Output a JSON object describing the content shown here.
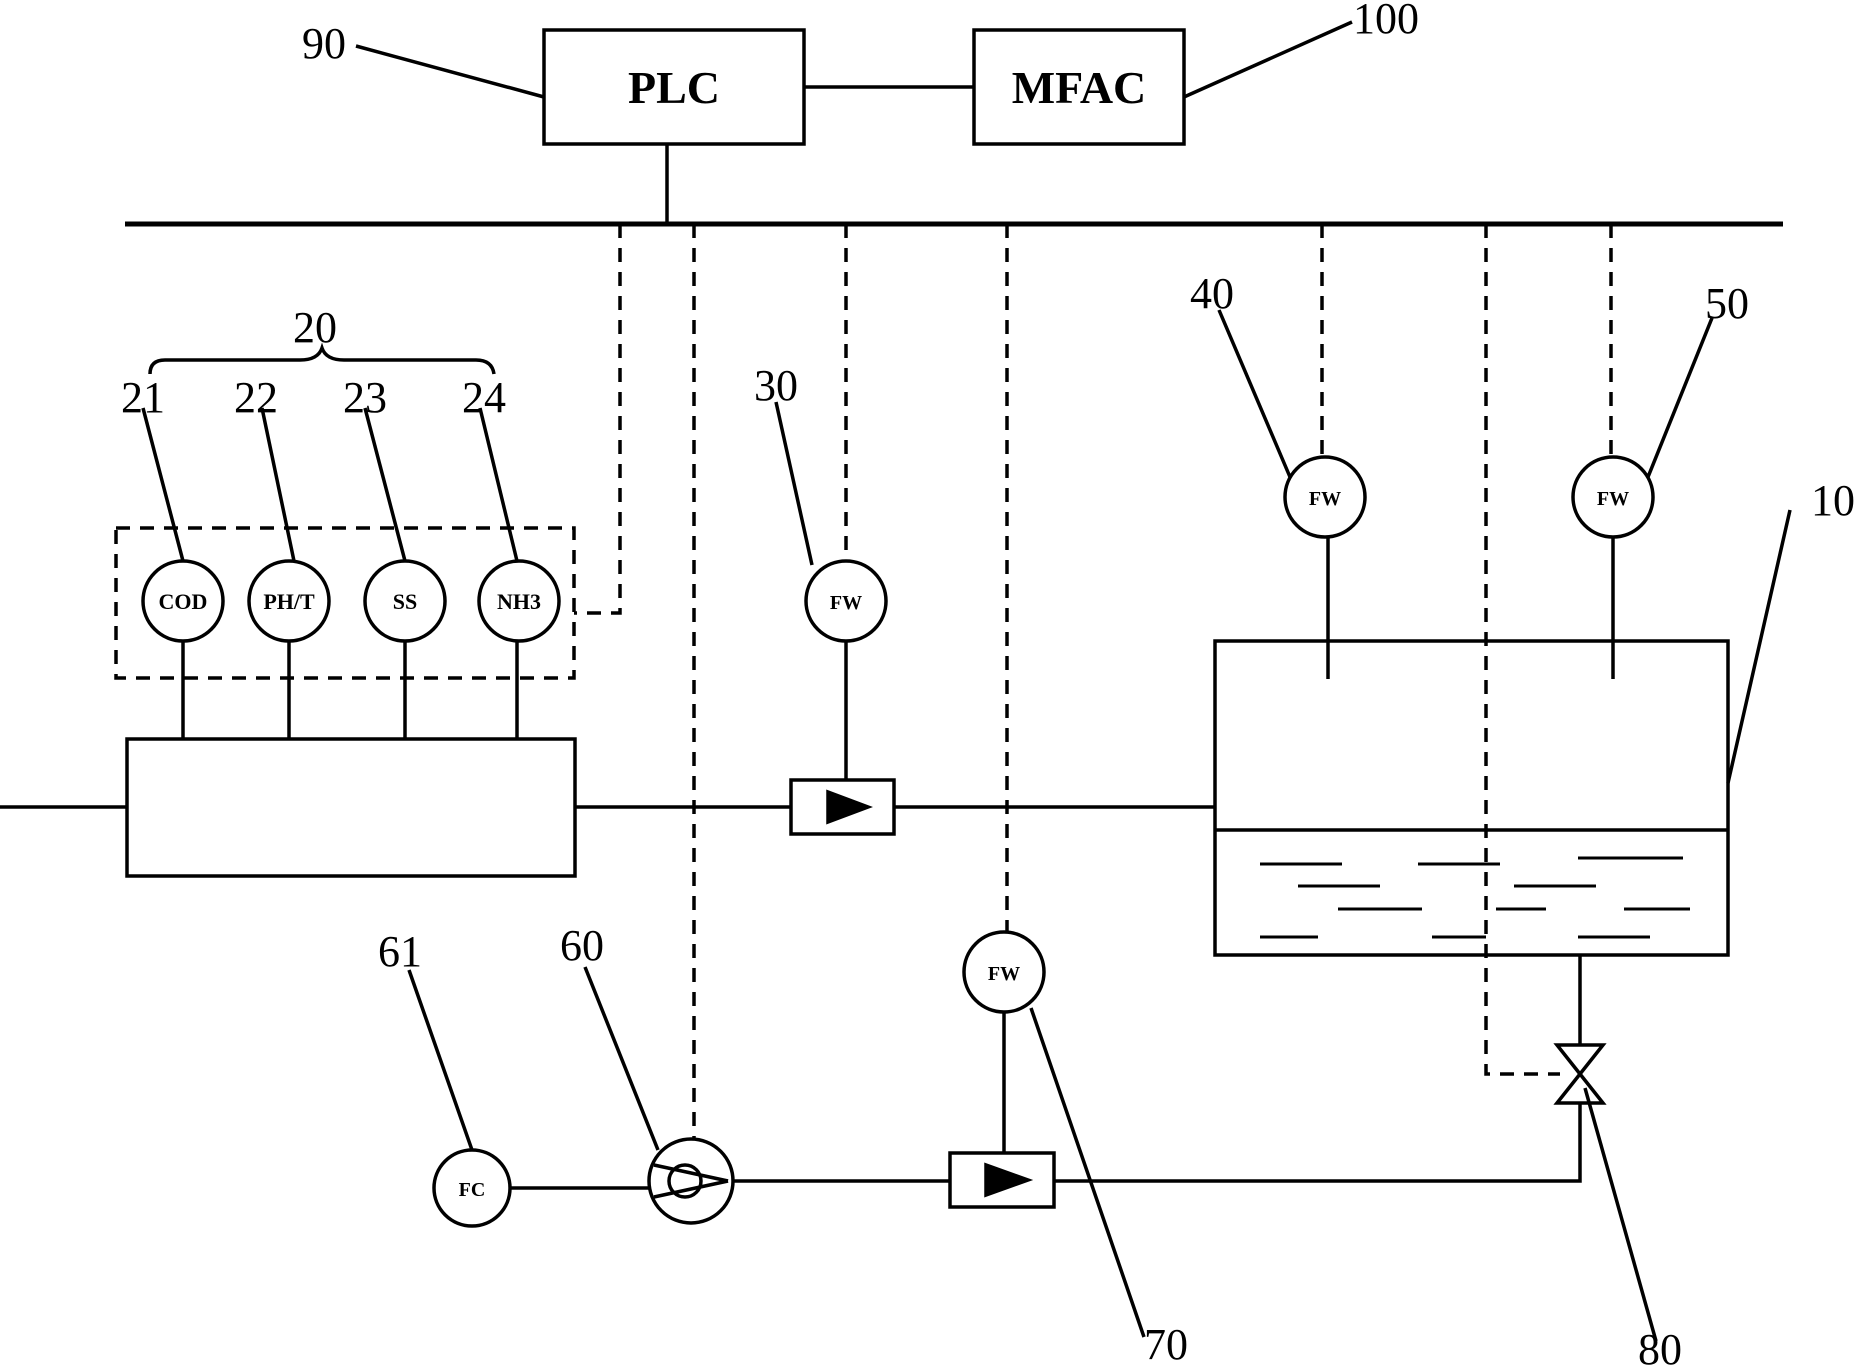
{
  "controllers": {
    "plc_label": "PLC",
    "mfac_label": "MFAC"
  },
  "instruments": {
    "cod": "COD",
    "ph_t": "PH/T",
    "ss": "SS",
    "nh3": "NH3",
    "fw": "FW",
    "fc": "FC"
  },
  "reference_numbers": {
    "r90": "90",
    "r100": "100",
    "r20": "20",
    "r21": "21",
    "r22": "22",
    "r23": "23",
    "r24": "24",
    "r30": "30",
    "r40": "40",
    "r50": "50",
    "r10": "10",
    "r61": "61",
    "r60": "60",
    "r70": "70",
    "r80": "80"
  }
}
